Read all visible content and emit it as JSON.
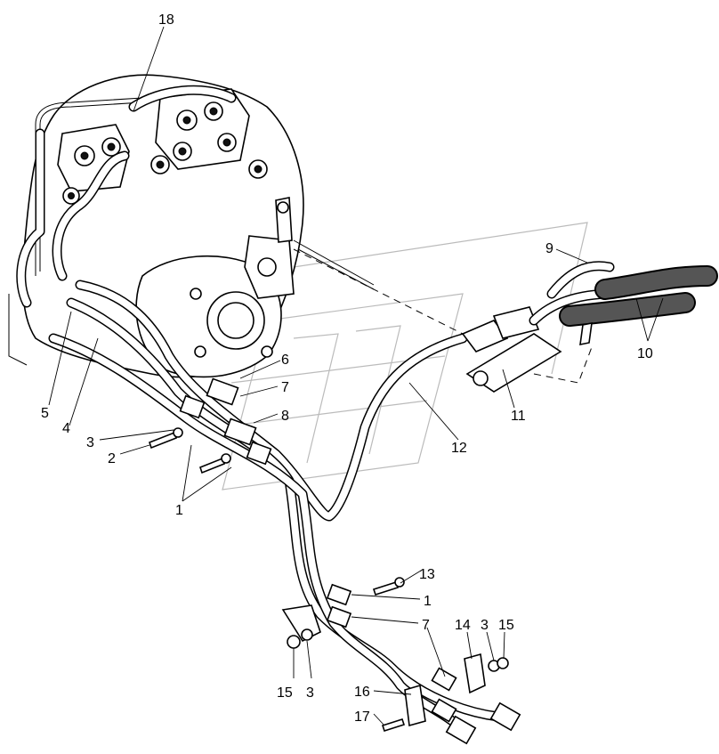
{
  "callouts": [
    {
      "id": "c18a",
      "text": "18"
    },
    {
      "id": "c9",
      "text": "9"
    },
    {
      "id": "c10",
      "text": "10"
    },
    {
      "id": "c6",
      "text": "6"
    },
    {
      "id": "c7a",
      "text": "7"
    },
    {
      "id": "c8",
      "text": "8"
    },
    {
      "id": "c11",
      "text": "11"
    },
    {
      "id": "c5",
      "text": "5"
    },
    {
      "id": "c4",
      "text": "4"
    },
    {
      "id": "c3a",
      "text": "3"
    },
    {
      "id": "c2",
      "text": "2"
    },
    {
      "id": "c12",
      "text": "12"
    },
    {
      "id": "c1a",
      "text": "1"
    },
    {
      "id": "c13",
      "text": "13"
    },
    {
      "id": "c1b",
      "text": "1"
    },
    {
      "id": "c7b",
      "text": "7"
    },
    {
      "id": "c14",
      "text": "14"
    },
    {
      "id": "c3b",
      "text": "3"
    },
    {
      "id": "c15a",
      "text": "15"
    },
    {
      "id": "c15b",
      "text": "15"
    },
    {
      "id": "c3c",
      "text": "3"
    },
    {
      "id": "c16",
      "text": "16"
    },
    {
      "id": "c17",
      "text": "17"
    }
  ],
  "colors": {
    "line": "#000000",
    "background": "#ffffff",
    "watermark": "#bbbbbb",
    "hose": "#555555"
  }
}
